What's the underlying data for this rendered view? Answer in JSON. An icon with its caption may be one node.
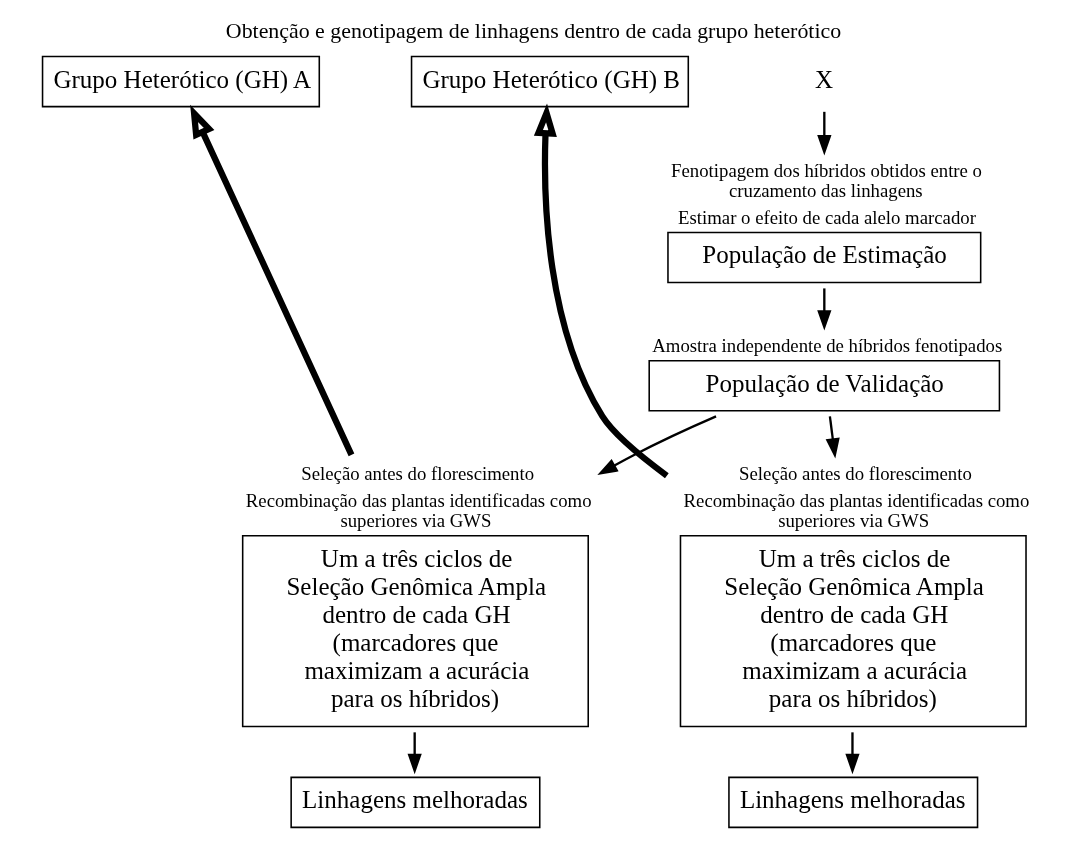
{
  "diagram": {
    "title": "Obtenção e genotipagem de linhagens dentro de cada grupo heterótico",
    "nodes": [
      {
        "text": [
          "Grupo Heterótico (GH) A"
        ]
      },
      {
        "text": [
          "X"
        ]
      },
      {
        "text": [
          "Grupo Heterótico (GH) B"
        ]
      },
      {
        "text": [
          "População de Estimação"
        ],
        "beside": [
          "Fenotipagem dos híbridos obtidos entre o cruzamento das linhagens",
          "Estimar o efeito de cada alelo marcador"
        ]
      },
      {
        "text": [
          "População de Validação"
        ],
        "beside": [
          "Amostra independente de híbridos fenotipados"
        ]
      },
      {
        "text": [
          "Um a três ciclos de Seleção Genômica Ampla dentro de cada GH",
          "(marcadores que maximizam a acurácia para os híbridos)"
        ],
        "beside": [
          "Seleção antes do florescimento",
          "Recombinação das plantas identificadas como superiores via GWS"
        ]
      },
      {
        "text": [
          "Um a três ciclos de Seleção Genômica Ampla dentro de cada GH",
          "(marcadores que maximizam a acurácia para os híbridos)"
        ],
        "beside": [
          "Seleção antes do florescimento",
          "Recombinação das plantas identificadas como superiores via GWS"
        ]
      },
      {
        "text": [
          "Linhagens melhoradas"
        ]
      },
      {
        "text": [
          "Linhagens melhoradas"
        ]
      }
    ],
    "edges": [
      {
        "from": 1,
        "to": 3,
        "arrow": "to"
      },
      {
        "from": 3,
        "to": 4,
        "arrow": "to"
      },
      {
        "from": 4,
        "to": 5,
        "arrow": "to"
      },
      {
        "from": 4,
        "to": 6,
        "arrow": "to"
      },
      {
        "from": 5,
        "to": 7,
        "arrow": "to"
      },
      {
        "from": 6,
        "to": 8,
        "arrow": "to"
      },
      {
        "from": 5,
        "to": 0,
        "arrow": "to",
        "style": "thick"
      },
      {
        "from": 6,
        "to": 2,
        "arrow": "to",
        "style": "thick"
      }
    ]
  }
}
